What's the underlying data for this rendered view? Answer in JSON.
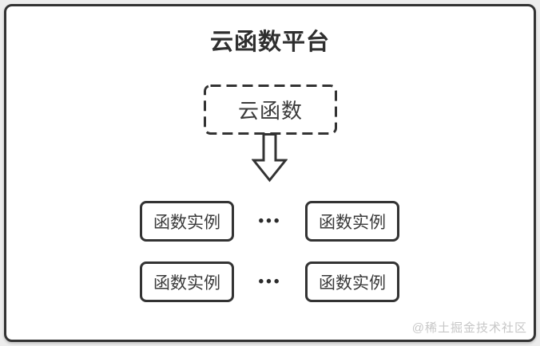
{
  "colors": {
    "page_background": "#ededed",
    "frame_background": "#ffffff",
    "line": "#333333",
    "text": "#3a3a3a",
    "watermark": "#c7c7c7"
  },
  "diagram": {
    "title": "云函数平台",
    "cloud_function": {
      "label": "云函数"
    },
    "rows": [
      {
        "left": "函数实例",
        "dots": "•••",
        "right": "函数实例"
      },
      {
        "left": "函数实例",
        "dots": "•••",
        "right": "函数实例"
      }
    ],
    "watermark": "@稀土掘金技术社区"
  }
}
